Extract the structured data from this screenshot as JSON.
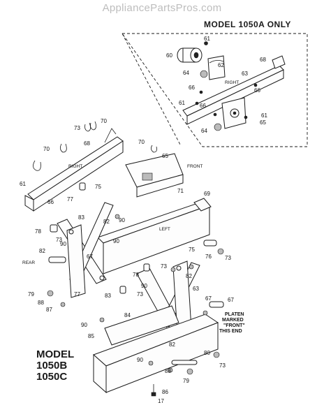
{
  "header": {
    "watermark": "AppliancePartsPros.com"
  },
  "titles": {
    "top_model": "MODEL 1050A ONLY",
    "bottom_model_line1": "MODEL",
    "bottom_model_line2": "1050B",
    "bottom_model_line3": "1050C"
  },
  "labels": {
    "right_inset": "RIGHT",
    "right_main": "RIGHT",
    "front": "FRONT",
    "left": "LEFT",
    "rear": "REAR"
  },
  "note": {
    "line1": "PLATEN",
    "line2": "MARKED",
    "line3": "\"FRONT\"",
    "line4": "THIS END"
  },
  "callouts": {
    "inset": [
      "60",
      "61",
      "62",
      "63",
      "68",
      "64",
      "66",
      "66",
      "61",
      "66",
      "65",
      "61",
      "64"
    ],
    "main": [
      "73",
      "70",
      "70",
      "68",
      "70",
      "65",
      "61",
      "66",
      "77",
      "75",
      "71",
      "69",
      "78",
      "83",
      "82",
      "90",
      "90",
      "82",
      "67",
      "73",
      "90",
      "75",
      "76",
      "73",
      "73",
      "79",
      "88",
      "87",
      "83",
      "77",
      "78",
      "90",
      "73",
      "82",
      "63",
      "67",
      "67",
      "84",
      "90",
      "85",
      "82",
      "90",
      "80",
      "73",
      "88",
      "79",
      "86"
    ]
  },
  "page_number": "17"
}
